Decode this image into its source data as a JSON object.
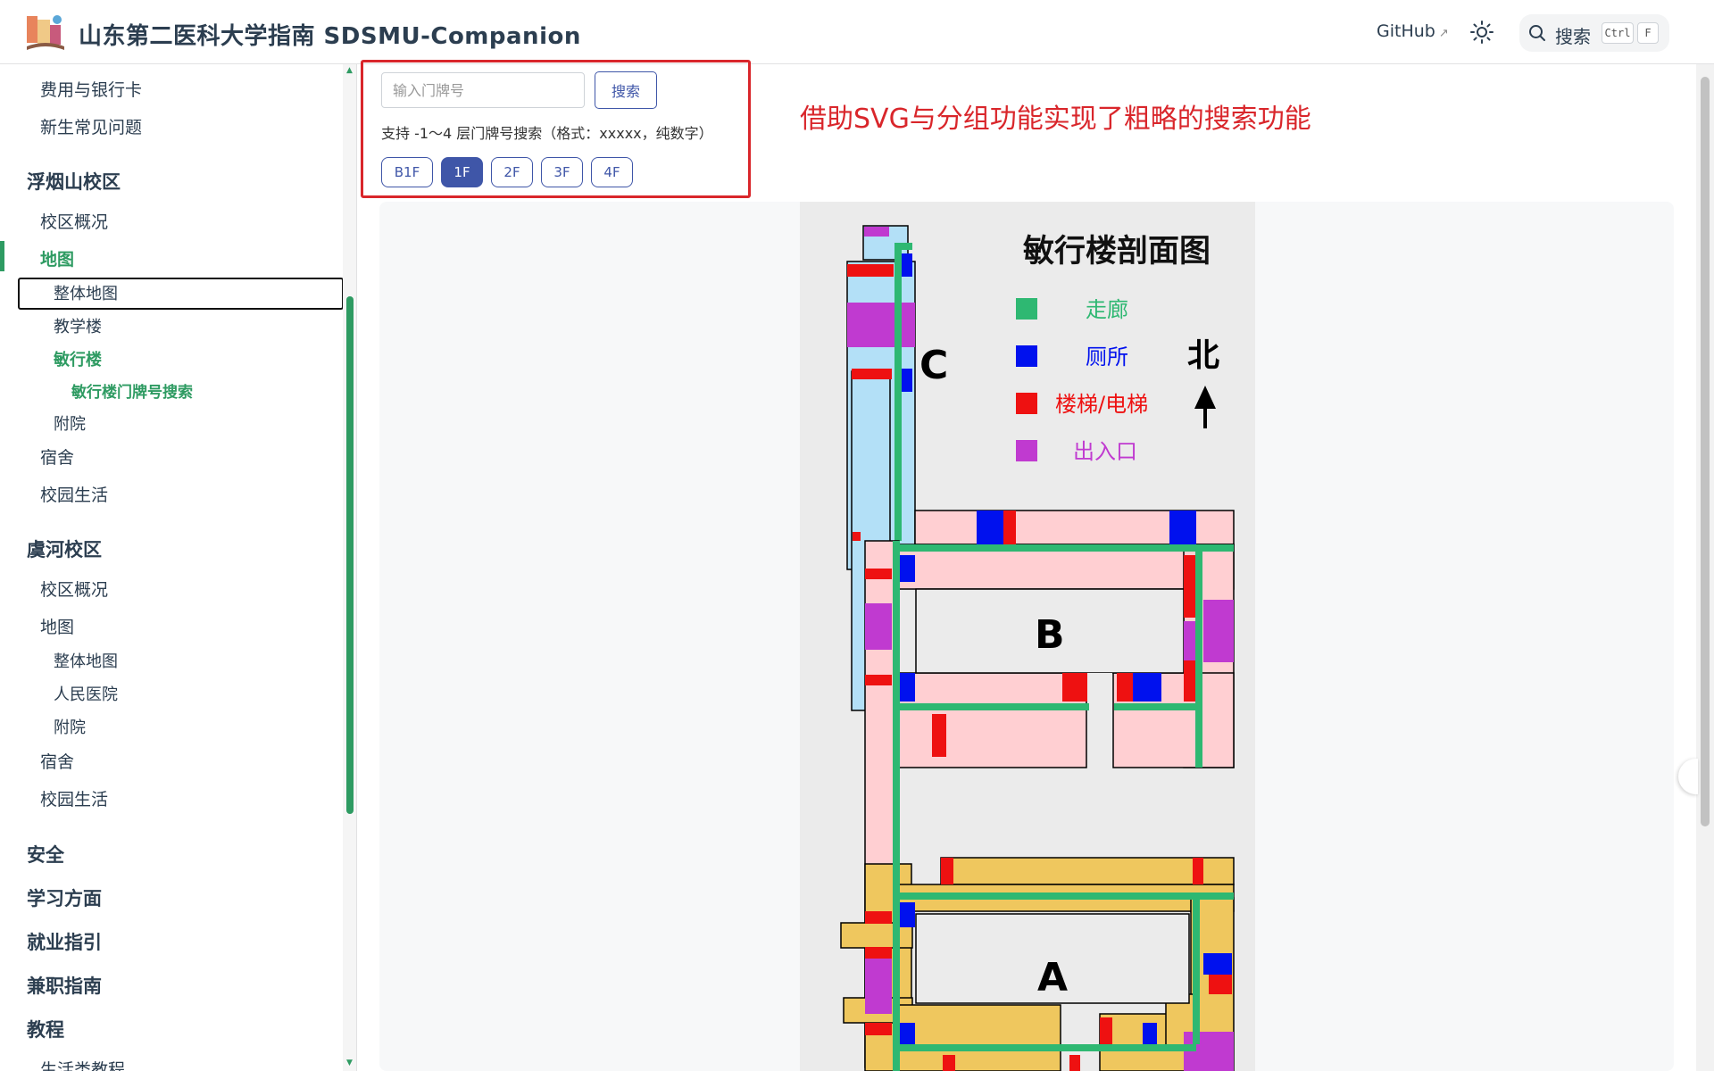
{
  "navbar": {
    "title": "山东第二医科大学指南 SDSMU-Companion",
    "github": "GitHub",
    "github_ext": "↗",
    "search_label": "搜索",
    "kbd_ctrl": "Ctrl",
    "kbd_f": "F"
  },
  "sidebar": {
    "fees": "费用与银行卡",
    "faq": "新生常见问题",
    "fuyan": "浮烟山校区",
    "fuyan_overview": "校区概况",
    "fuyan_map": "地图",
    "fuyan_map_overall": "整体地图",
    "fuyan_map_teaching": "教学楼",
    "fuyan_map_minxing": "敏行楼",
    "fuyan_map_minxing_search": "敏行楼门牌号搜索",
    "fuyan_map_hospital": "附院",
    "fuyan_dorm": "宿舍",
    "fuyan_life": "校园生活",
    "yuhe": "虞河校区",
    "yuhe_overview": "校区概况",
    "yuhe_map": "地图",
    "yuhe_map_overall": "整体地图",
    "yuhe_map_people": "人民医院",
    "yuhe_map_hospital": "附院",
    "yuhe_dorm": "宿舍",
    "yuhe_life": "校园生活",
    "safety": "安全",
    "study": "学习方面",
    "career": "就业指引",
    "parttime": "兼职指南",
    "tutorial": "教程",
    "life_tutorial": "生活类教程"
  },
  "search_panel": {
    "placeholder": "输入门牌号",
    "button": "搜索",
    "hint": "支持 -1～4 层门牌号搜索（格式：xxxxx，纯数字）",
    "floors": [
      "B1F",
      "1F",
      "2F",
      "3F",
      "4F"
    ],
    "selected_floor": "1F"
  },
  "annotation": "借助SVG与分组功能实现了粗略的搜索功能",
  "map": {
    "title": "敏行楼剖面图",
    "legend": [
      {
        "label": "走廊",
        "color": "#2eb872"
      },
      {
        "label": "厕所",
        "color": "#0011ee"
      },
      {
        "label": "楼梯/电梯",
        "color": "#ee1111"
      },
      {
        "label": "出入口",
        "color": "#c03ad0"
      }
    ],
    "north": "北",
    "wing_a": "A",
    "wing_b": "B",
    "wing_c": "C",
    "colors": {
      "wing_a": "#efc75e",
      "wing_b": "#ffcfd2",
      "wing_c": "#b3e0f7",
      "background": "#ebebeb"
    }
  }
}
